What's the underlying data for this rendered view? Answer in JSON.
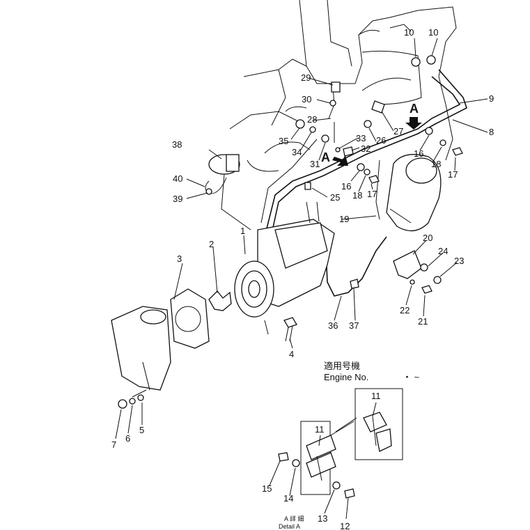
{
  "callouts": {
    "c1": "1",
    "c2": "2",
    "c3": "3",
    "c4": "4",
    "c5": "5",
    "c6": "6",
    "c7": "7",
    "c8": "8",
    "c9": "9",
    "c10a": "10",
    "c10b": "10",
    "c11a": "11",
    "c11b": "11",
    "c12": "12",
    "c13": "13",
    "c14": "14",
    "c15": "15",
    "c16a": "16",
    "c16b": "16",
    "c17a": "17",
    "c17b": "17",
    "c18a": "18",
    "c18b": "18",
    "c19": "19",
    "c20": "20",
    "c21": "21",
    "c22": "22",
    "c23": "23",
    "c24": "24",
    "c25": "25",
    "c26": "26",
    "c27": "27",
    "c28": "28",
    "c29": "29",
    "c30": "30",
    "c31": "31",
    "c32": "32",
    "c33": "33",
    "c34": "34",
    "c35": "35",
    "c36": "36",
    "c37": "37",
    "c38": "38",
    "c39": "39",
    "c40": "40"
  },
  "view_markers": {
    "a1": "A",
    "a2": "A"
  },
  "serial_block": {
    "jp_label": "適用号機",
    "en_label": "Engine  No.",
    "range": "・   ~"
  },
  "detail_caption": {
    "jp": "A 詳 細",
    "en": "Detail A"
  }
}
